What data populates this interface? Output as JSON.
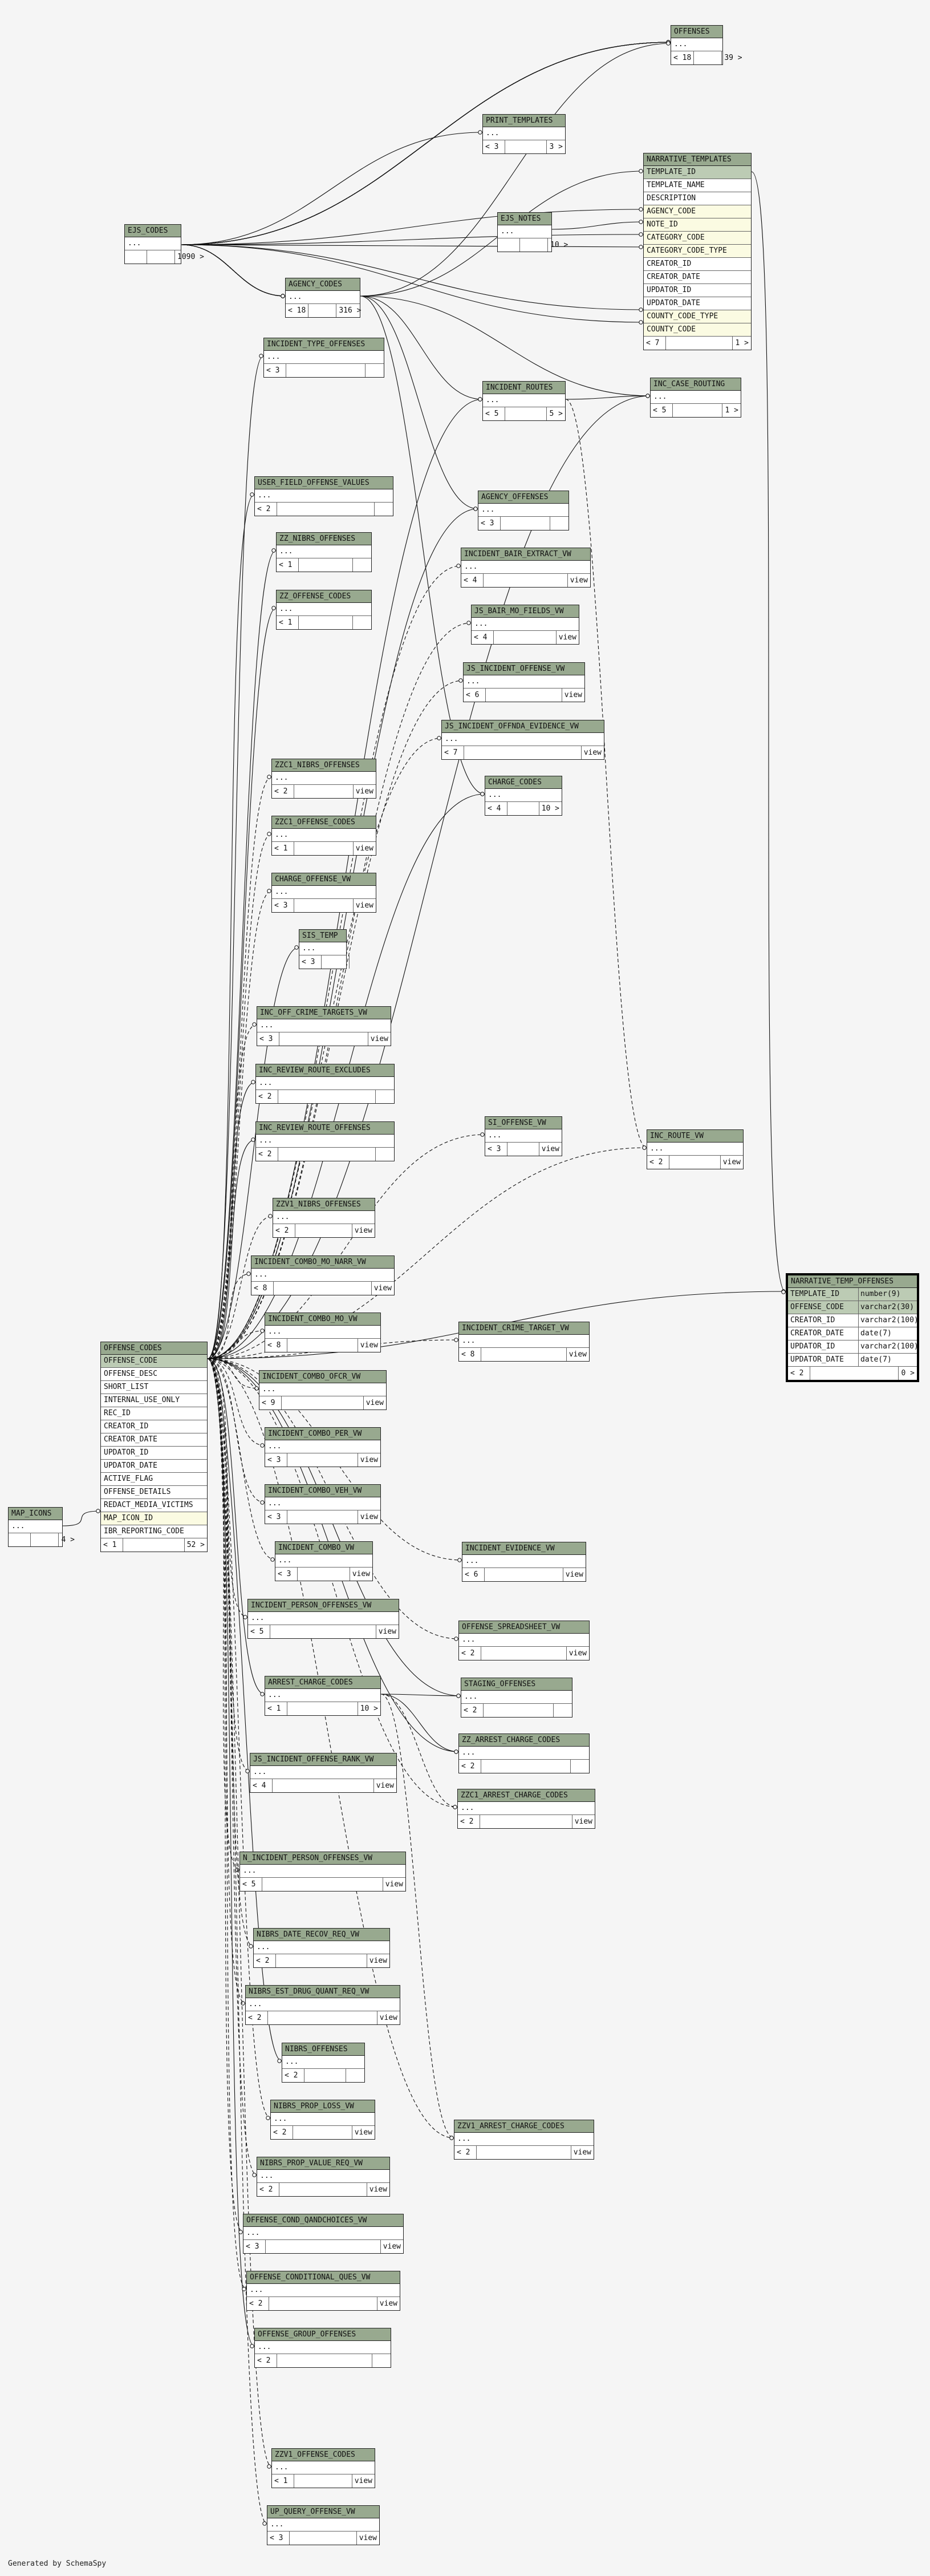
{
  "footer": "Generated by SchemaSpy",
  "tables": [
    {
      "id": "offenses",
      "title": "OFFENSES",
      "columns": [
        "..."
      ],
      "footer": [
        "< 18",
        "39 >"
      ]
    },
    {
      "id": "narrative_templates",
      "title": "NARRATIVE_TEMPLATES",
      "columns": [
        {
          "name": "TEMPLATE_ID",
          "kind": "pk"
        },
        {
          "name": "TEMPLATE_NAME"
        },
        {
          "name": "DESCRIPTION"
        },
        {
          "name": "AGENCY_CODE",
          "kind": "fk"
        },
        {
          "name": "NOTE_ID",
          "kind": "fk"
        },
        {
          "name": "CATEGORY_CODE",
          "kind": "fk"
        },
        {
          "name": "CATEGORY_CODE_TYPE",
          "kind": "fk"
        },
        {
          "name": "CREATOR_ID"
        },
        {
          "name": "CREATOR_DATE"
        },
        {
          "name": "UPDATOR_ID"
        },
        {
          "name": "UPDATOR_DATE"
        },
        {
          "name": "COUNTY_CODE_TYPE",
          "kind": "fk"
        },
        {
          "name": "COUNTY_CODE",
          "kind": "fk"
        }
      ],
      "footer": [
        "< 7",
        "1 >"
      ]
    },
    {
      "id": "print_templates",
      "title": "PRINT_TEMPLATES",
      "columns": [
        "..."
      ],
      "footer": [
        "< 3",
        "3 >"
      ]
    },
    {
      "id": "ejs_codes",
      "title": "EJS_CODES",
      "columns": [
        "..."
      ],
      "footer": [
        "",
        "1090 >"
      ]
    },
    {
      "id": "ejs_notes",
      "title": "EJS_NOTES",
      "columns": [
        "..."
      ],
      "footer": [
        "",
        "10 >"
      ]
    },
    {
      "id": "agency_codes",
      "title": "AGENCY_CODES",
      "columns": [
        "..."
      ],
      "footer": [
        "< 18",
        "316 >"
      ]
    },
    {
      "id": "incident_type_offenses",
      "title": "INCIDENT_TYPE_OFFENSES",
      "columns": [
        "..."
      ],
      "footer": [
        "< 3",
        "",
        ""
      ]
    },
    {
      "id": "incident_routes",
      "title": "INCIDENT_ROUTES",
      "columns": [
        "..."
      ],
      "footer": [
        "< 5",
        "5 >"
      ]
    },
    {
      "id": "inc_case_routing",
      "title": "INC_CASE_ROUTING",
      "columns": [
        "..."
      ],
      "footer": [
        "< 5",
        "1 >"
      ]
    },
    {
      "id": "user_field_offense_values",
      "title": "USER_FIELD_OFFENSE_VALUES",
      "columns": [
        "..."
      ],
      "footer": [
        "< 2",
        "",
        ""
      ]
    },
    {
      "id": "agency_offenses",
      "title": "AGENCY_OFFENSES",
      "columns": [
        "..."
      ],
      "footer": [
        "< 3",
        "",
        ""
      ]
    },
    {
      "id": "zz_nibrs_offenses",
      "title": "ZZ_NIBRS_OFFENSES",
      "columns": [
        "..."
      ],
      "footer": [
        "< 1",
        "",
        ""
      ]
    },
    {
      "id": "incident_bair_extract_vw",
      "title": "INCIDENT_BAIR_EXTRACT_VW",
      "columns": [
        "..."
      ],
      "footer": [
        "< 4",
        "view"
      ]
    },
    {
      "id": "zz_offense_codes",
      "title": "ZZ_OFFENSE_CODES",
      "columns": [
        "..."
      ],
      "footer": [
        "< 1",
        "",
        ""
      ]
    },
    {
      "id": "js_bair_mo_fields_vw",
      "title": "JS_BAIR_MO_FIELDS_VW",
      "columns": [
        "..."
      ],
      "footer": [
        "< 4",
        "view"
      ]
    },
    {
      "id": "js_incident_offense_vw",
      "title": "JS_INCIDENT_OFFENSE_VW",
      "columns": [
        "..."
      ],
      "footer": [
        "< 6",
        "view"
      ]
    },
    {
      "id": "js_incident_offnda_evidence_vw",
      "title": "JS_INCIDENT_OFFNDA_EVIDENCE_VW",
      "columns": [
        "..."
      ],
      "footer": [
        "< 7",
        "view"
      ]
    },
    {
      "id": "zzc1_nibrs_offenses",
      "title": "ZZC1_NIBRS_OFFENSES",
      "columns": [
        "..."
      ],
      "footer": [
        "< 2",
        "view"
      ]
    },
    {
      "id": "charge_codes",
      "title": "CHARGE_CODES",
      "columns": [
        "..."
      ],
      "footer": [
        "< 4",
        "10 >"
      ]
    },
    {
      "id": "zzc1_offense_codes",
      "title": "ZZC1_OFFENSE_CODES",
      "columns": [
        "..."
      ],
      "footer": [
        "< 1",
        "view"
      ]
    },
    {
      "id": "charge_offense_vw",
      "title": "CHARGE_OFFENSE_VW",
      "columns": [
        "..."
      ],
      "footer": [
        "< 3",
        "view"
      ]
    },
    {
      "id": "sis_temp",
      "title": "SIS_TEMP",
      "columns": [
        "..."
      ],
      "footer": [
        "< 3",
        ""
      ]
    },
    {
      "id": "inc_off_crime_targets_vw",
      "title": "INC_OFF_CRIME_TARGETS_VW",
      "columns": [
        "..."
      ],
      "footer": [
        "< 3",
        "view"
      ]
    },
    {
      "id": "inc_review_route_excludes",
      "title": "INC_REVIEW_ROUTE_EXCLUDES",
      "columns": [
        "..."
      ],
      "footer": [
        "< 2",
        "",
        ""
      ]
    },
    {
      "id": "inc_review_route_offenses",
      "title": "INC_REVIEW_ROUTE_OFFENSES",
      "columns": [
        "..."
      ],
      "footer": [
        "< 2",
        "",
        ""
      ]
    },
    {
      "id": "si_offense_vw",
      "title": "SI_OFFENSE_VW",
      "columns": [
        "..."
      ],
      "footer": [
        "< 3",
        "view"
      ]
    },
    {
      "id": "inc_route_vw",
      "title": "INC_ROUTE_VW",
      "columns": [
        "..."
      ],
      "footer": [
        "< 2",
        "view"
      ]
    },
    {
      "id": "zzv1_nibrs_offenses",
      "title": "ZZV1_NIBRS_OFFENSES",
      "columns": [
        "..."
      ],
      "footer": [
        "< 2",
        "view"
      ]
    },
    {
      "id": "incident_combo_mo_narr_vw",
      "title": "INCIDENT_COMBO_MO_NARR_VW",
      "columns": [
        "..."
      ],
      "footer": [
        "< 8",
        "view"
      ]
    },
    {
      "id": "narrative_temp_offenses",
      "title": "NARRATIVE_TEMP_OFFENSES",
      "columns": [
        {
          "name": "TEMPLATE_ID",
          "type": "number(9)",
          "kind": "pk"
        },
        {
          "name": "OFFENSE_CODE",
          "type": "varchar2(30)",
          "kind": "pk"
        },
        {
          "name": "CREATOR_ID",
          "type": "varchar2(100)"
        },
        {
          "name": "CREATOR_DATE",
          "type": "date(7)"
        },
        {
          "name": "UPDATOR_ID",
          "type": "varchar2(100)"
        },
        {
          "name": "UPDATOR_DATE",
          "type": "date(7)"
        }
      ],
      "footer": [
        "< 2",
        "0 >"
      ]
    },
    {
      "id": "incident_combo_mo_vw",
      "title": "INCIDENT_COMBO_MO_VW",
      "columns": [
        "..."
      ],
      "footer": [
        "< 8",
        "view"
      ]
    },
    {
      "id": "incident_crime_target_vw",
      "title": "INCIDENT_CRIME_TARGET_VW",
      "columns": [
        "..."
      ],
      "footer": [
        "< 8",
        "view"
      ]
    },
    {
      "id": "offense_codes",
      "title": "OFFENSE_CODES",
      "columns": [
        {
          "name": "OFFENSE_CODE",
          "kind": "pk"
        },
        {
          "name": "OFFENSE_DESC"
        },
        {
          "name": "SHORT_LIST"
        },
        {
          "name": "INTERNAL_USE_ONLY"
        },
        {
          "name": "REC_ID"
        },
        {
          "name": "CREATOR_ID"
        },
        {
          "name": "CREATOR_DATE"
        },
        {
          "name": "UPDATOR_ID"
        },
        {
          "name": "UPDATOR_DATE"
        },
        {
          "name": "ACTIVE_FLAG"
        },
        {
          "name": "OFFENSE_DETAILS"
        },
        {
          "name": "REDACT_MEDIA_VICTIMS"
        },
        {
          "name": "MAP_ICON_ID",
          "kind": "fk"
        },
        {
          "name": "IBR_REPORTING_CODE"
        }
      ],
      "footer": [
        "< 1",
        "52 >"
      ]
    },
    {
      "id": "incident_combo_ofcr_vw",
      "title": "INCIDENT_COMBO_OFCR_VW",
      "columns": [
        "..."
      ],
      "footer": [
        "< 9",
        "view"
      ]
    },
    {
      "id": "incident_combo_per_vw",
      "title": "INCIDENT_COMBO_PER_VW",
      "columns": [
        "..."
      ],
      "footer": [
        "< 3",
        "view"
      ]
    },
    {
      "id": "map_icons",
      "title": "MAP_ICONS",
      "columns": [
        "..."
      ],
      "footer": [
        "",
        "4 >"
      ]
    },
    {
      "id": "incident_combo_veh_vw",
      "title": "INCIDENT_COMBO_VEH_VW",
      "columns": [
        "..."
      ],
      "footer": [
        "< 3",
        "view"
      ]
    },
    {
      "id": "incident_combo_vw",
      "title": "INCIDENT_COMBO_VW",
      "columns": [
        "..."
      ],
      "footer": [
        "< 3",
        "view"
      ]
    },
    {
      "id": "incident_evidence_vw",
      "title": "INCIDENT_EVIDENCE_VW",
      "columns": [
        "..."
      ],
      "footer": [
        "< 6",
        "view"
      ]
    },
    {
      "id": "incident_person_offenses_vw",
      "title": "INCIDENT_PERSON_OFFENSES_VW",
      "columns": [
        "..."
      ],
      "footer": [
        "< 5",
        "view"
      ]
    },
    {
      "id": "offense_spreadsheet_vw",
      "title": "OFFENSE_SPREADSHEET_VW",
      "columns": [
        "..."
      ],
      "footer": [
        "< 2",
        "view"
      ]
    },
    {
      "id": "arrest_charge_codes",
      "title": "ARREST_CHARGE_CODES",
      "columns": [
        "..."
      ],
      "footer": [
        "< 1",
        "10 >"
      ]
    },
    {
      "id": "staging_offenses",
      "title": "STAGING_OFFENSES",
      "columns": [
        "..."
      ],
      "footer": [
        "< 2",
        "",
        ""
      ]
    },
    {
      "id": "zz_arrest_charge_codes",
      "title": "ZZ_ARREST_CHARGE_CODES",
      "columns": [
        "..."
      ],
      "footer": [
        "< 2",
        "",
        ""
      ]
    },
    {
      "id": "js_incident_offense_rank_vw",
      "title": "JS_INCIDENT_OFFENSE_RANK_VW",
      "columns": [
        "..."
      ],
      "footer": [
        "< 4",
        "view"
      ]
    },
    {
      "id": "zzc1_arrest_charge_codes",
      "title": "ZZC1_ARREST_CHARGE_CODES",
      "columns": [
        "..."
      ],
      "footer": [
        "< 2",
        "view"
      ]
    },
    {
      "id": "n_incident_person_offenses_vw",
      "title": "N_INCIDENT_PERSON_OFFENSES_VW",
      "columns": [
        "..."
      ],
      "footer": [
        "< 5",
        "view"
      ]
    },
    {
      "id": "nibrs_date_recov_req_vw",
      "title": "NIBRS_DATE_RECOV_REQ_VW",
      "columns": [
        "..."
      ],
      "footer": [
        "< 2",
        "view"
      ]
    },
    {
      "id": "nibrs_est_drug_quant_req_vw",
      "title": "NIBRS_EST_DRUG_QUANT_REQ_VW",
      "columns": [
        "..."
      ],
      "footer": [
        "< 2",
        "view"
      ]
    },
    {
      "id": "nibrs_offenses",
      "title": "NIBRS_OFFENSES",
      "columns": [
        "..."
      ],
      "footer": [
        "< 2",
        "",
        ""
      ]
    },
    {
      "id": "nibrs_prop_loss_vw",
      "title": "NIBRS_PROP_LOSS_VW",
      "columns": [
        "..."
      ],
      "footer": [
        "< 2",
        "view"
      ]
    },
    {
      "id": "zzv1_arrest_charge_codes",
      "title": "ZZV1_ARREST_CHARGE_CODES",
      "columns": [
        "..."
      ],
      "footer": [
        "< 2",
        "view"
      ]
    },
    {
      "id": "nibrs_prop_value_req_vw",
      "title": "NIBRS_PROP_VALUE_REQ_VW",
      "columns": [
        "..."
      ],
      "footer": [
        "< 2",
        "view"
      ]
    },
    {
      "id": "offense_cond_qandchoices_vw",
      "title": "OFFENSE_COND_QANDCHOICES_VW",
      "columns": [
        "..."
      ],
      "footer": [
        "< 3",
        "view"
      ]
    },
    {
      "id": "offense_conditional_ques_vw",
      "title": "OFFENSE_CONDITIONAL_QUES_VW",
      "columns": [
        "..."
      ],
      "footer": [
        "< 2",
        "view"
      ]
    },
    {
      "id": "offense_group_offenses",
      "title": "OFFENSE_GROUP_OFFENSES",
      "columns": [
        "..."
      ],
      "footer": [
        "< 2",
        "",
        ""
      ]
    },
    {
      "id": "zzv1_offense_codes",
      "title": "ZZV1_OFFENSE_CODES",
      "columns": [
        "..."
      ],
      "footer": [
        "< 1",
        "view"
      ]
    },
    {
      "id": "up_query_offense_vw",
      "title": "UP_QUERY_OFFENSE_VW",
      "columns": [
        "..."
      ],
      "footer": [
        "< 3",
        "view"
      ]
    }
  ]
}
